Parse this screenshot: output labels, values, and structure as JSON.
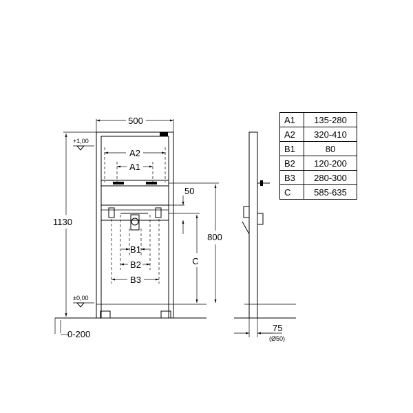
{
  "dimensions": {
    "frame_width": "500",
    "a2": "A2",
    "a1": "A1",
    "height_total": "1130",
    "level_top": "+1,00",
    "level_zero": "±0,00",
    "offset_50": "50",
    "height_800": "800",
    "c": "C",
    "b1": "B1",
    "b2": "B2",
    "b3": "B3",
    "floor_range": "0-200",
    "depth": "75",
    "pipe_diameter": "(Ø50)"
  },
  "table": {
    "rows": [
      {
        "key": "A1",
        "value": "135-280"
      },
      {
        "key": "A2",
        "value": "320-410"
      },
      {
        "key": "B1",
        "value": "80"
      },
      {
        "key": "B2",
        "value": "120-200"
      },
      {
        "key": "B3",
        "value": "280-300"
      },
      {
        "key": "C",
        "value": "585-635"
      }
    ]
  }
}
